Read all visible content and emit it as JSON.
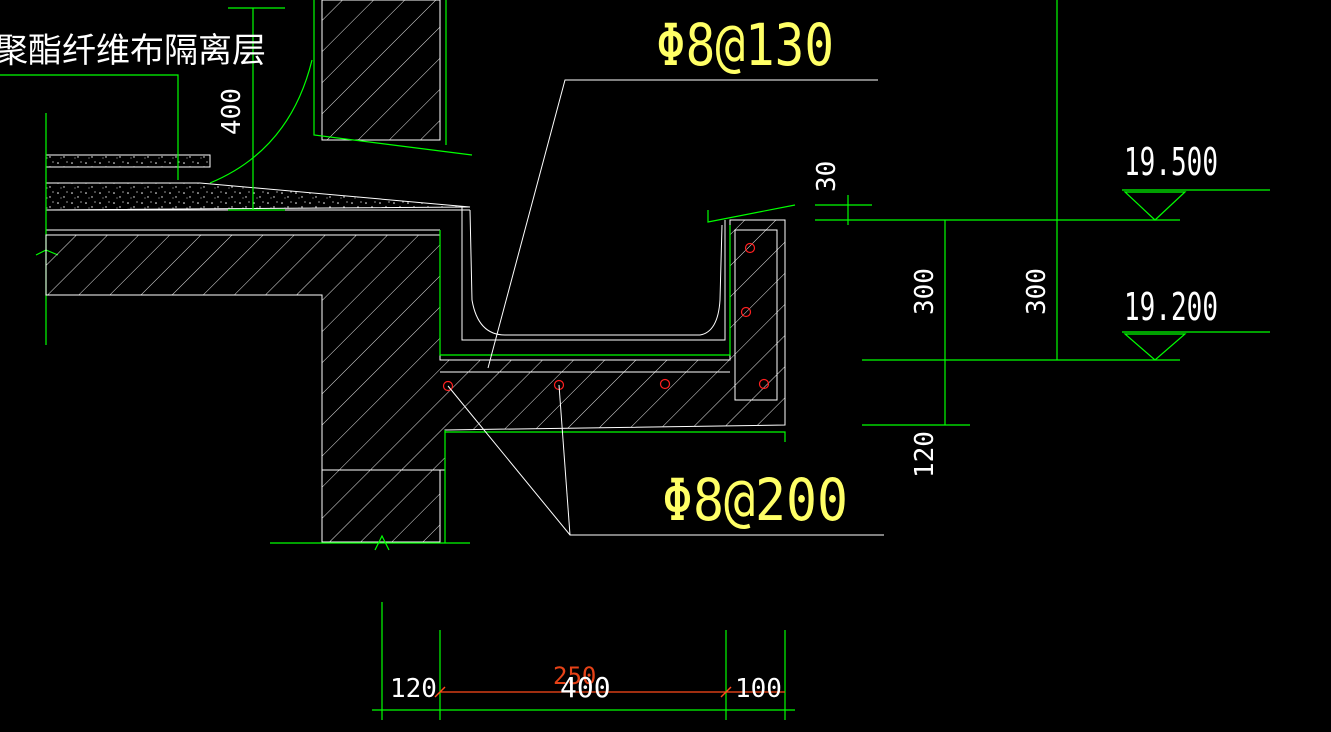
{
  "colors": {
    "background": "#000000",
    "outline": "#00ff00",
    "leader": "#ffffff",
    "rebar_label": "#ffff66",
    "text": "#ffffff",
    "rebar_dot": "#ff2020",
    "red_dim": "#ff4a1a"
  },
  "labels": {
    "isolation_layer": "聚酯纤维布隔离层",
    "rebar_top": "Φ8@130",
    "rebar_bottom": "Φ8@200"
  },
  "elevations": {
    "upper": "19.500",
    "lower": "19.200"
  },
  "dimensions": {
    "v_400": "400",
    "v_30": "30",
    "v_300_a": "300",
    "v_300_b": "300",
    "v_120": "120",
    "h_120": "120",
    "h_400": "400",
    "h_100": "100",
    "h_red": "250"
  }
}
